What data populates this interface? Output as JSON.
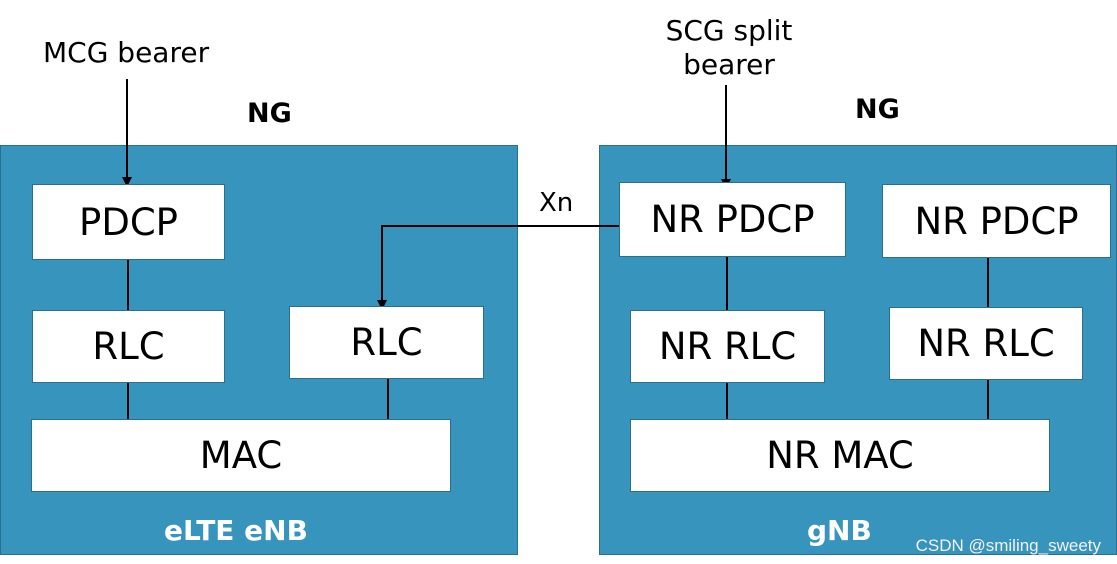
{
  "colors": {
    "panel_fill": "#3694bd",
    "box_fill": "#ffffff",
    "line": "#000000",
    "footer_text": "#ffffff"
  },
  "inputs": {
    "mcg_bearer": "MCG bearer",
    "scg_split_line1": "SCG split",
    "scg_split_line2": "bearer",
    "xn": "Xn"
  },
  "enb": {
    "ng": "NG",
    "name": "eLTE eNB",
    "pdcp": "PDCP",
    "rlc_left": "RLC",
    "rlc_right": "RLC",
    "mac": "MAC"
  },
  "gnb": {
    "ng": "NG",
    "name": "gNB",
    "pdcp_left": "NR PDCP",
    "pdcp_right": "NR PDCP",
    "rlc_left": "NR RLC",
    "rlc_right": "NR RLC",
    "mac": "NR MAC"
  },
  "watermark": "CSDN @smiling_sweety"
}
